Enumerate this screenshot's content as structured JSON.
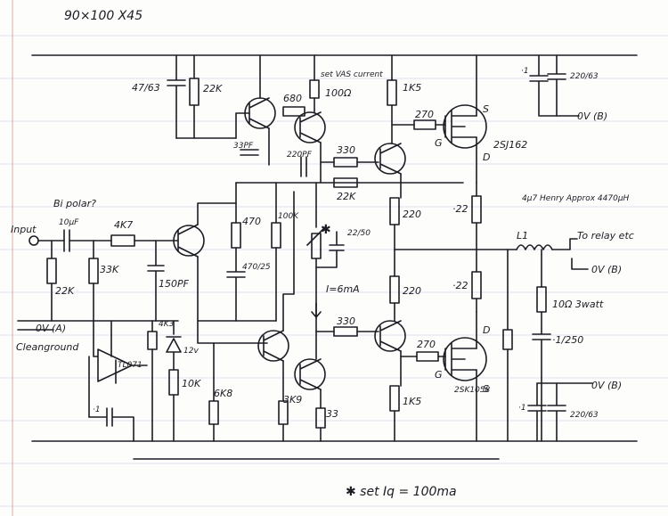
{
  "header_note": "90×100  X45",
  "footnote": "✱ set Iq = 100ma",
  "labels": {
    "input": "Input",
    "bipolar": "Bi polar?",
    "c_in": "10μF",
    "r_in_series": "4K7",
    "r_in_shunt": "22K",
    "r_bias": "33K",
    "c_rf": "150PF",
    "ground_a": "0V (A)",
    "clean_ground": "Cleanground",
    "opamp": "TL071",
    "c_servo": "·1",
    "r_servo": "10K",
    "zener": "12v",
    "r_zener": "4K3",
    "c_top": "47/63",
    "r_top": "22K",
    "r_680": "680",
    "r_vas_set": "set VAS current",
    "r_100": "100Ω",
    "c_comp": "33PF",
    "c_220": "220PF",
    "r_470": "470",
    "c_470": "470/25",
    "r_100k": "100K",
    "r_330a": "330",
    "r_22k_b": "22K",
    "pot_bias": "✱",
    "c_2250": "22/50",
    "i6": "I=6mA",
    "r_330b": "330",
    "r_6k8": "6K8",
    "r_3k9": "3K9",
    "r_33": "33",
    "r_1k5a": "1K5",
    "r_270a": "270",
    "r_220a": "220",
    "r_220b": "220",
    "r_270b": "270",
    "r_1k5b": "1K5",
    "q_top": "2SJ162",
    "q_bot": "2SK1058",
    "g1": "G",
    "g2": "G",
    "s1": "S",
    "d1": "D",
    "d2": "D",
    "s2": "S",
    "r_22a": "·22",
    "r_22b": "·22",
    "inductor": "4μ7 Henry Approx 4470μH",
    "l1": "L1",
    "to_relay": "To relay etc",
    "zobel_r": "10Ω 3watt",
    "zobel_c": "·1/250",
    "c_top_rail_a": "·1",
    "c_top_rail_b": "220/63",
    "gnd_b1": "0V (B)",
    "gnd_b2": "0V (B)",
    "gnd_b3": "0V (B)",
    "c_bot_rail_a": "·1",
    "c_bot_rail_b": "220/63"
  }
}
